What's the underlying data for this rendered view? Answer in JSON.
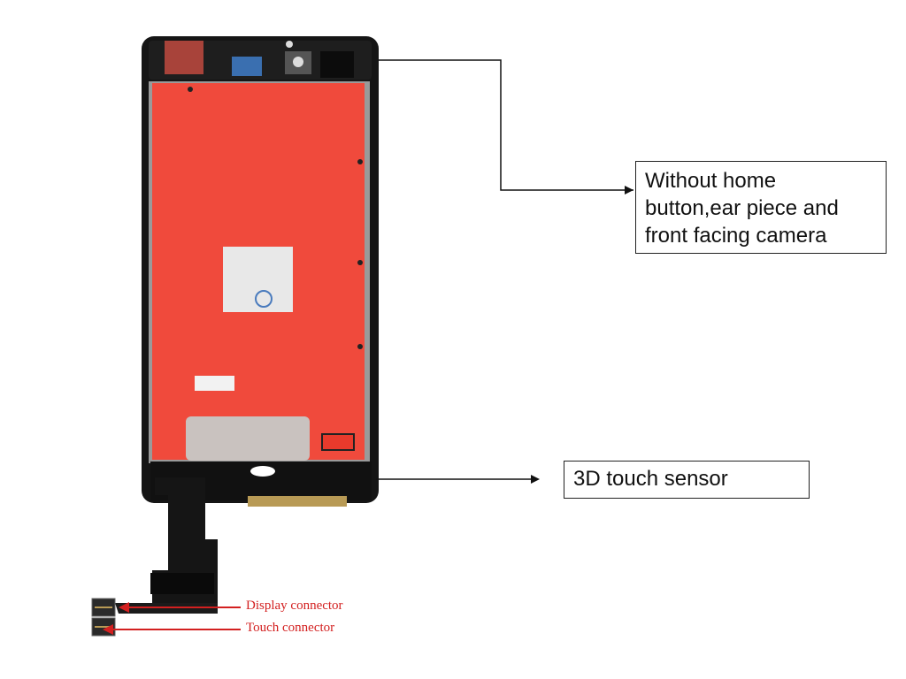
{
  "callouts": {
    "home_button": {
      "line1": "Without home",
      "line2": "button,ear piece and",
      "line3": "front facing camera"
    },
    "touch_sensor": "3D touch sensor"
  },
  "connectors": {
    "display": "Display connector",
    "touch": "Touch connector"
  },
  "colors": {
    "frame": "#151515",
    "panel_red": "#f04a3c",
    "label_red": "#d32020",
    "sticker": "#e8e8e8",
    "flex_cable_gold": "#b89a55"
  },
  "icons": {
    "sticker_logo": "recycle-logo-icon"
  }
}
